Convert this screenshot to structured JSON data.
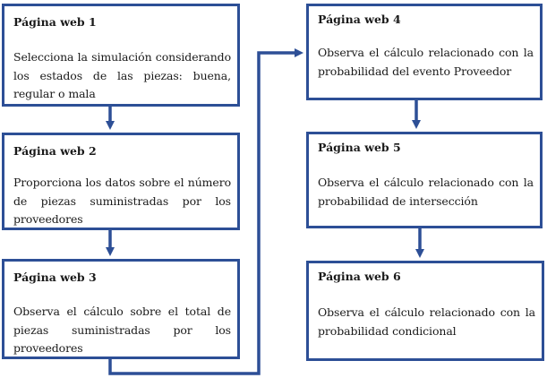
{
  "steps": [
    {
      "title": "Página web 1",
      "text": "Selecciona la simulación considerando los estados de las piezas: buena, regular o mala"
    },
    {
      "title": "Página web 2",
      "text": "Proporciona los datos sobre el número de piezas suministradas por los proveedores"
    },
    {
      "title": "Página web 3",
      "text": "Observa el cálculo sobre el total de piezas suministradas por los proveedores"
    },
    {
      "title": "Página web 4",
      "text": "Observa el cálculo relacionado con la probabilidad del evento Proveedor"
    },
    {
      "title": "Página web 5",
      "text": "Observa el cálculo relacionado con la probabilidad de intersección"
    },
    {
      "title": "Página web 6",
      "text": "Observa el cálculo relacionado con la probabilidad condicional"
    }
  ],
  "colors": {
    "border": "#2d4f96",
    "connector": "#2d4f96"
  }
}
